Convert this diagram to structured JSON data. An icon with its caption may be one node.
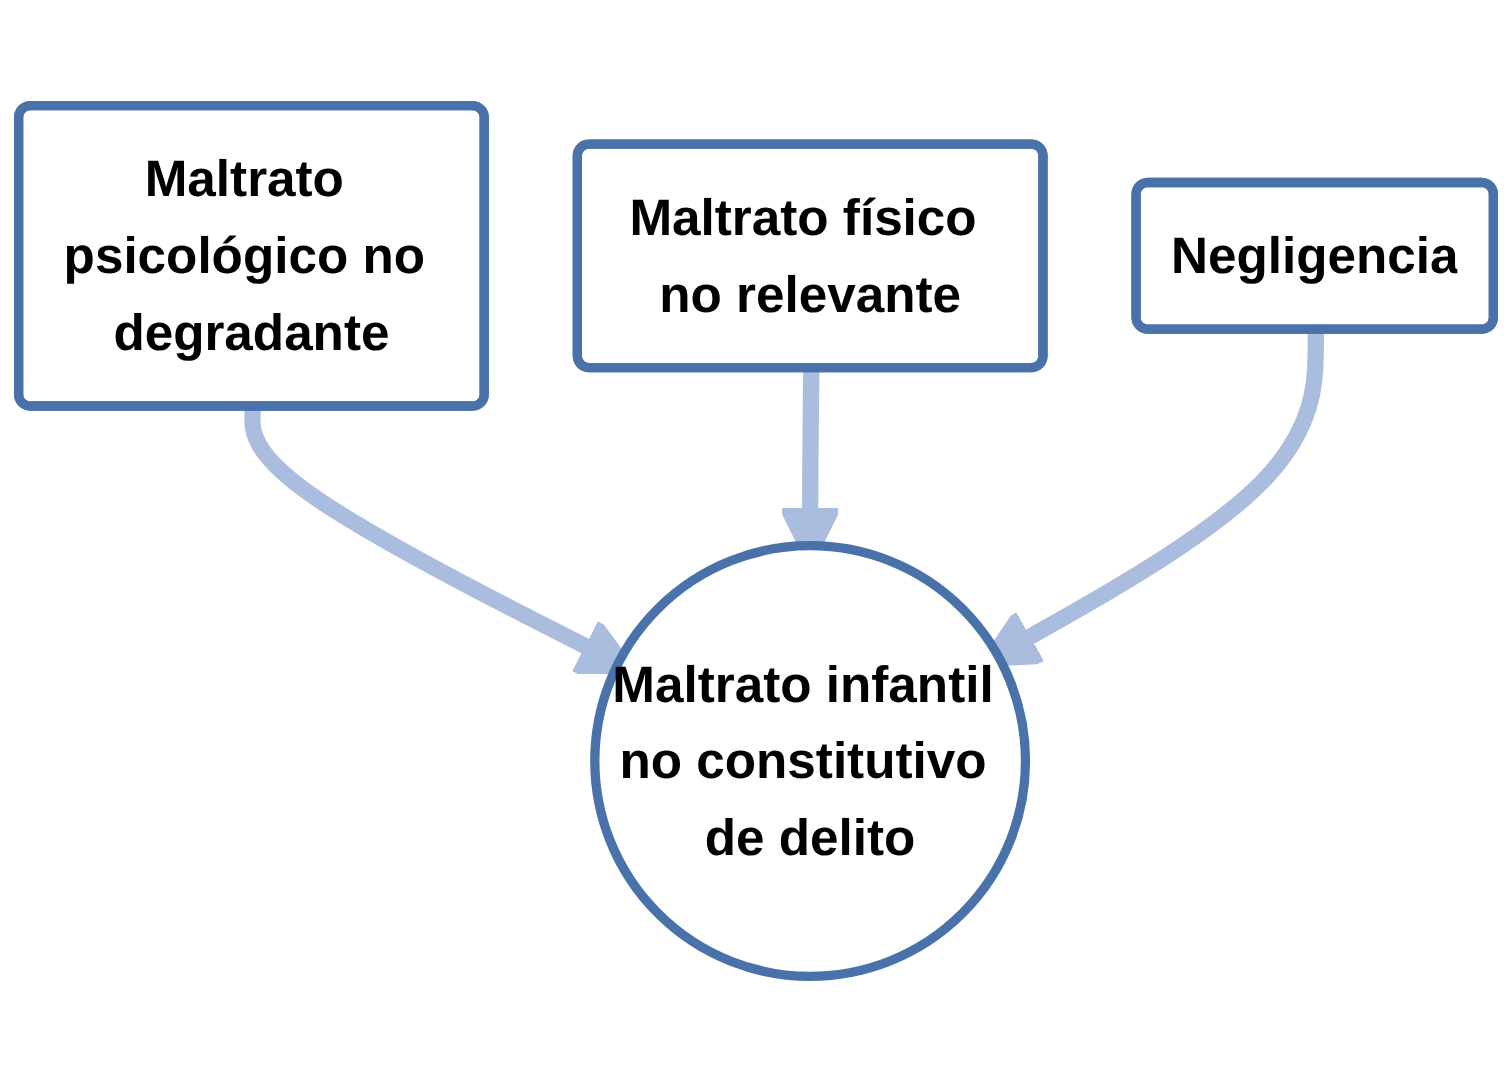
{
  "diagram": {
    "nodes": [
      {
        "text": [
          "Maltrato psicológico no degradante"
        ]
      },
      {
        "text": [
          "Maltrato físico no relevante"
        ]
      },
      {
        "text": [
          "Negligencia"
        ]
      },
      {
        "text": [
          "Maltrato infantil no constitutivo de delito"
        ]
      }
    ],
    "edges": [
      {
        "from": 0,
        "to": 3,
        "arrow": "to"
      },
      {
        "from": 1,
        "to": 3,
        "arrow": "to"
      },
      {
        "from": 2,
        "to": 3,
        "arrow": "to"
      }
    ]
  }
}
